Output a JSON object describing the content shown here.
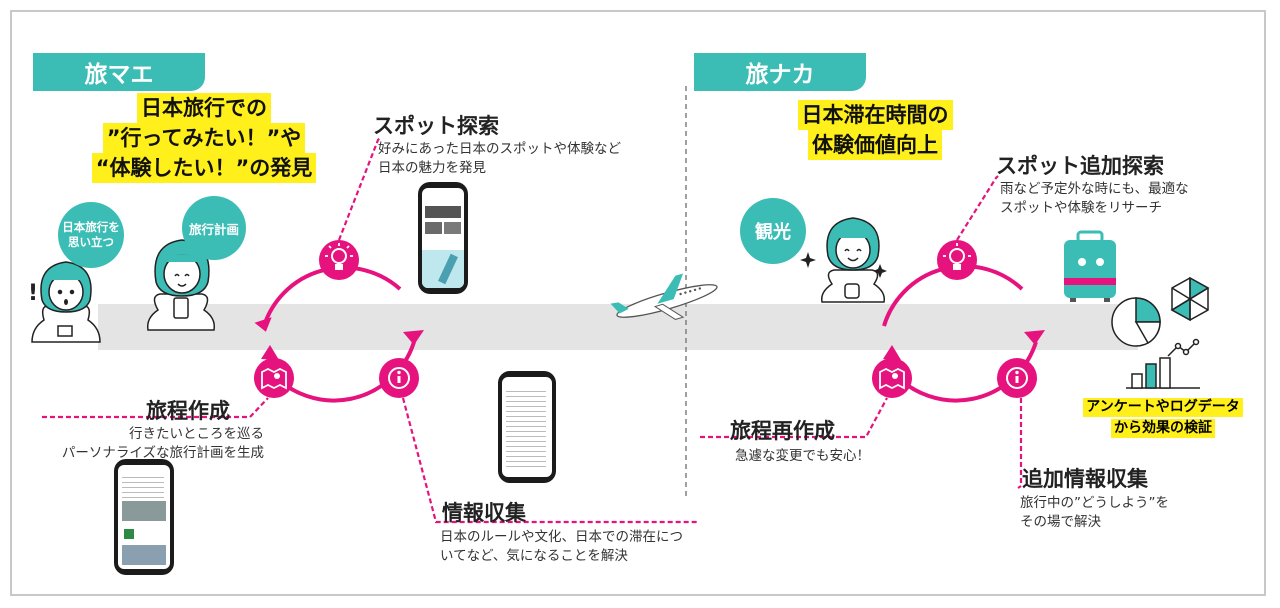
{
  "before": {
    "tab": "旅マエ",
    "headline": [
      "日本旅行での",
      "”行ってみたい！”や",
      "“体験したい！”の発見"
    ],
    "badge_1": [
      "日本旅行を",
      "思い立つ"
    ],
    "badge_2": "旅行計画",
    "spot": {
      "title": "スポット探索",
      "desc": [
        "好みにあった日本のスポットや体験など",
        "日本の魅力を発見"
      ]
    },
    "itinerary": {
      "title": "旅程作成",
      "desc": [
        "行きたいところを巡る",
        "パーソナライズな旅行計画を生成"
      ]
    },
    "info": {
      "title": "情報収集",
      "desc": [
        "日本のルールや文化、日本での滞在につ",
        "いてなど、気になることを解決"
      ]
    }
  },
  "during": {
    "tab": "旅ナカ",
    "headline": [
      "日本滞在時間の",
      "体験価値向上"
    ],
    "badge": "観光",
    "spot": {
      "title": "スポット追加探索",
      "desc": [
        "雨など予定外な時にも、最適な",
        "スポットや体験をリサーチ"
      ]
    },
    "itinerary": {
      "title": "旅程再作成",
      "desc": [
        "急遽な変更でも安心！"
      ]
    },
    "info": {
      "title": "追加情報収集",
      "desc": [
        "旅行中の”どうしよう”を",
        "その場で解決"
      ]
    }
  },
  "analytics": {
    "label": [
      "アンケートやログデータ",
      "から効果の検証"
    ]
  },
  "colors": {
    "teal": "#3bbdb5",
    "magenta": "#e6127e",
    "highlight": "#ffef1a",
    "band": "#e4e4e4"
  }
}
